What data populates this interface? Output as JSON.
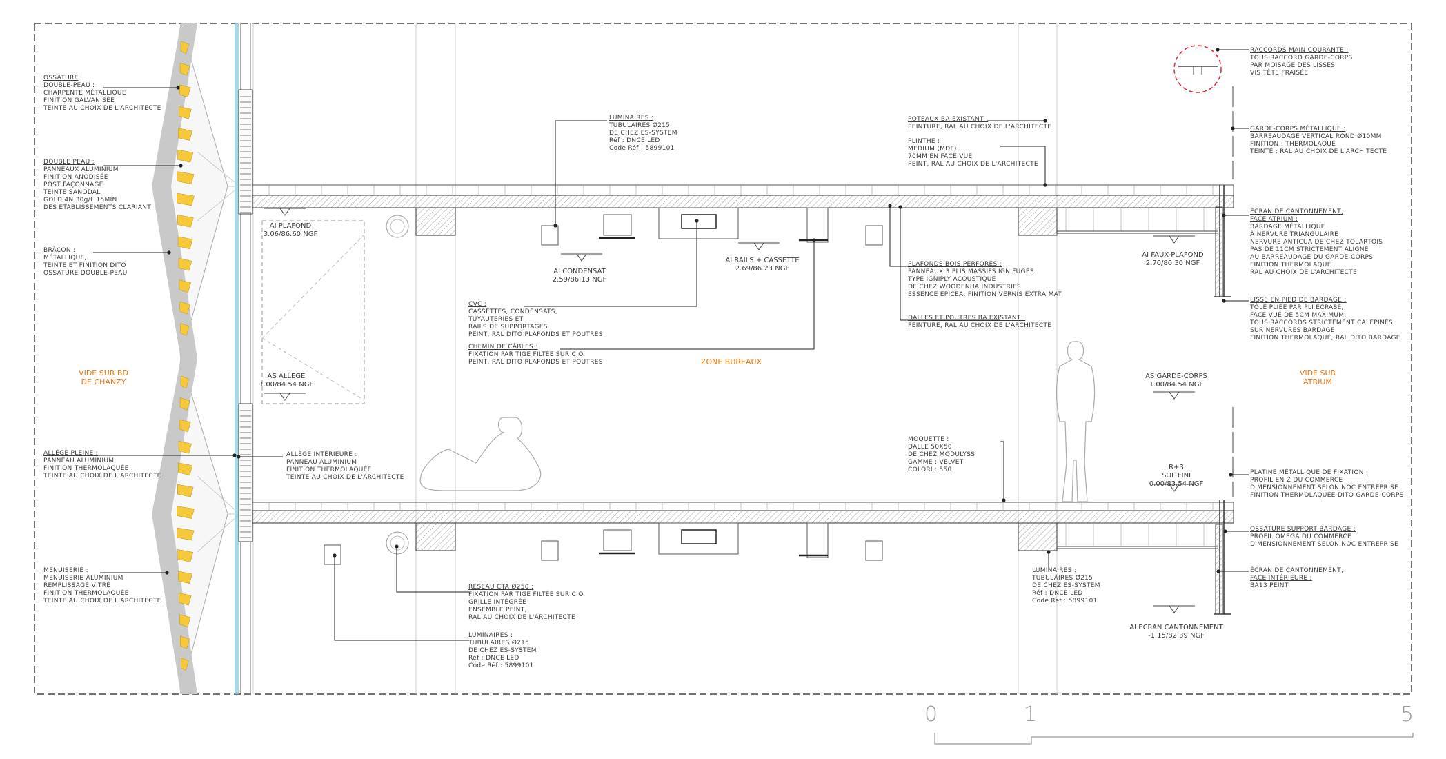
{
  "zones": {
    "left": [
      "VIDE SUR BD",
      "DE CHANZY"
    ],
    "center": "ZONE BUREAUX",
    "right": [
      "VIDE SUR",
      "ATRIUM"
    ]
  },
  "levels": {
    "ai_plafond": [
      "AI PLAFOND",
      "3.06/86.60 NGF"
    ],
    "ai_condensat": [
      "AI CONDENSAT",
      "2.59/86.13 NGF"
    ],
    "ai_rails": [
      "AI RAILS + CASSETTE",
      "2.69/86.23 NGF"
    ],
    "ai_faux_plafond": [
      "AI FAUX-PLAFOND",
      "2.76/86.30 NGF"
    ],
    "as_allege": [
      "AS ALLEGE",
      "1.00/84.54 NGF"
    ],
    "as_garde_corps": [
      "AS GARDE-CORPS",
      "1.00/84.54 NGF"
    ],
    "sol_fini": [
      "R+3",
      "SOL FINI",
      "0.00/83.54 NGF"
    ],
    "ai_ecran": [
      "AI ECRAN CANTONNEMENT",
      "-1.15/82.39 NGF"
    ]
  },
  "notes": {
    "ossature_double_peau": [
      "OSSATURE",
      "DOUBLE-PEAU :",
      "CHARPENTE MÉTALLIQUE",
      "FINITION GALVANISÉE",
      "TEINTE AU CHOIX DE L'ARCHITECTE"
    ],
    "double_peau": [
      "DOUBLE PEAU :",
      "PANNEAUX ALUMINIUM",
      "FINITION ANODISÉE",
      "POST FAÇONNAGE",
      "TEINTE SANODAL",
      "GOLD 4N 30g/L 15MIN",
      "DES ETABLISSEMENTS CLARIANT"
    ],
    "bracon": [
      "BRÂCON :",
      "MÉTALLIQUE,",
      "TEINTE ET FINITION DITO",
      "OSSATURE DOUBLE-PEAU"
    ],
    "allege_pleine": [
      "ALLÈGE PLEINE :",
      "PANNEAU ALUMINIUM",
      "FINITION THERMOLAQUÉE",
      "TEINTE AU CHOIX DE L'ARCHITECTE"
    ],
    "menuiserie": [
      "MENUISERIE :",
      "MENUISERIE ALUMINIUM",
      "REMPLISSAGE VITRÉ",
      "FINITION THERMOLAQUÉE",
      "TEINTE AU CHOIX DE L'ARCHITECTE"
    ],
    "allege_interieure": [
      "ALLÈGE INTÉRIEURE :",
      "PANNEAU ALUMINIUM",
      "FINITION THERMOLAQUÉE",
      "TEINTE AU CHOIX DE L'ARCHITECTE"
    ],
    "luminaires_top": [
      "LUMINAIRES :",
      "TUBULAIRES Ø215",
      "DE CHEZ ES-SYSTEM",
      "Réf : DNCE LED",
      "Code Réf : 5899101"
    ],
    "cvc": [
      "CVC :",
      "CASSETTES, CONDENSATS,",
      "TUYAUTERIES ET",
      "RAILS DE SUPPORTAGES",
      "PEINT, RAL DITO PLAFONDS ET POUTRES"
    ],
    "chemin_cables": [
      "CHEMIN DE CÂBLES :",
      "FIXATION PAR TIGE FILTÉE SUR C.O.",
      "PEINT, RAL DITO PLAFONDS ET POUTRES"
    ],
    "reseau_cta": [
      "RÉSEAU CTA Ø250 :",
      "FIXATION PAR TIGE FILTÉE SUR C.O.",
      "GRILLE INTÉGRÉE",
      "ENSEMBLE PEINT,",
      "RAL AU CHOIX DE L'ARCHITECTE"
    ],
    "luminaires_bottom": [
      "LUMINAIRES :",
      "TUBULAIRES Ø215",
      "DE CHEZ ES-SYSTEM",
      "Réf : DNCE LED",
      "Code Réf : 5899101"
    ],
    "poteaux": [
      "POTEAUX BA EXISTANT :",
      "PEINTURE, RAL AU CHOIX DE L'ARCHITECTE"
    ],
    "plinthe": [
      "PLINTHE :",
      "MEDIUM (MDF)",
      "70MM EN FACE VUE",
      "PEINT, RAL AU CHOIX DE L'ARCHITECTE"
    ],
    "plafonds_bois": [
      "PLAFONDS BOIS PERFORÉS :",
      "PANNEAUX 3 PLIS MASSIFS IGNIFUGÉS",
      "TYPE IGNIPLY ACOUSTIQUE",
      "DE CHEZ WOODENHA INDUSTRIES",
      "ESSENCE EPICEA, FINITION VERNIS EXTRA MAT"
    ],
    "dalles": [
      "DALLES ET POUTRES BA EXISTANT :",
      "PEINTURE, RAL AU CHOIX DE L'ARCHITECTE"
    ],
    "moquette": [
      "MOQUETTE :",
      "DALLE 50X50",
      "DE CHEZ MODULYSS",
      "GAMME : VELVET",
      "COLORI : 550"
    ],
    "luminaires_right": [
      "LUMINAIRES :",
      "TUBULAIRES Ø215",
      "DE CHEZ ES-SYSTEM",
      "Réf : DNCE LED",
      "Code Réf : 5899101"
    ],
    "raccords": [
      "RACCORDS MAIN COURANTE :",
      "TOUS RACCORD GARDE-CORPS",
      "PAR MOISAGE DES LISSES",
      "VIS TÊTE FRAISÉE"
    ],
    "garde_corps": [
      "GARDE-CORPS MÉTALLIQUE :",
      "BARREAUDAGE VERTICAL ROND Ø10MM",
      "FINITION : THERMOLAQUÉ",
      "TEINTE : RAL AU CHOIX DE L'ARCHITECTE"
    ],
    "ecran_atrium": [
      "ÉCRAN DE CANTONNEMENT,",
      "FACE ATRIUM :",
      "BARDAGE MÉTALLIQUE",
      "À NERVURE TRIANGULAIRE",
      "NERVURE ANTICUA DE CHEZ TOLARTOIS",
      "PAS DE 11CM STRICTEMENT ALIGNÉ",
      "AU BARREAUDAGE DU GARDE-CORPS",
      "FINITION THERMOLAQUÉ",
      "RAL AU CHOIX DE L'ARCHITECTE"
    ],
    "lisse": [
      "LISSE EN PIED DE BARDAGE :",
      "TÔLE PLIÉE PAR PLI ÉCRASÉ,",
      "FACE VUE DE 5CM MAXIMUM,",
      "TOUS RACCORDS STRICTEMENT CALEPINÉS",
      "SUR NERVURES BARDAGE",
      "FINITION THERMOLAQUÉ, RAL DITO BARDAGE"
    ],
    "platine": [
      "PLATINE MÉTALLIQUE DE FIXATION :",
      "PROFIL EN Z DU COMMERCE",
      "DIMENSIONNEMENT SELON NOC ENTREPRISE",
      "FINITION THERMOLAQUÉE DITO GARDE-CORPS"
    ],
    "ossature_support": [
      "OSSATURE SUPPORT BARDAGE :",
      "PROFIL OMEGA DU COMMERCE",
      "DIMENSIONNEMENT SELON NOC ENTREPRISE"
    ],
    "ecran_interieure": [
      "ÉCRAN DE CANTONNEMENT,",
      "FACE INTÉRIEURE :",
      "BA13 PEINT"
    ]
  },
  "scale": [
    "0",
    "1",
    "5"
  ],
  "colors": {
    "line": "#333333",
    "light_line": "#b5b5b5",
    "zone_text": "#e8760f",
    "gold": "#f5c93a",
    "glass": "#8fd0dc",
    "detail_circle": "#d62828"
  }
}
